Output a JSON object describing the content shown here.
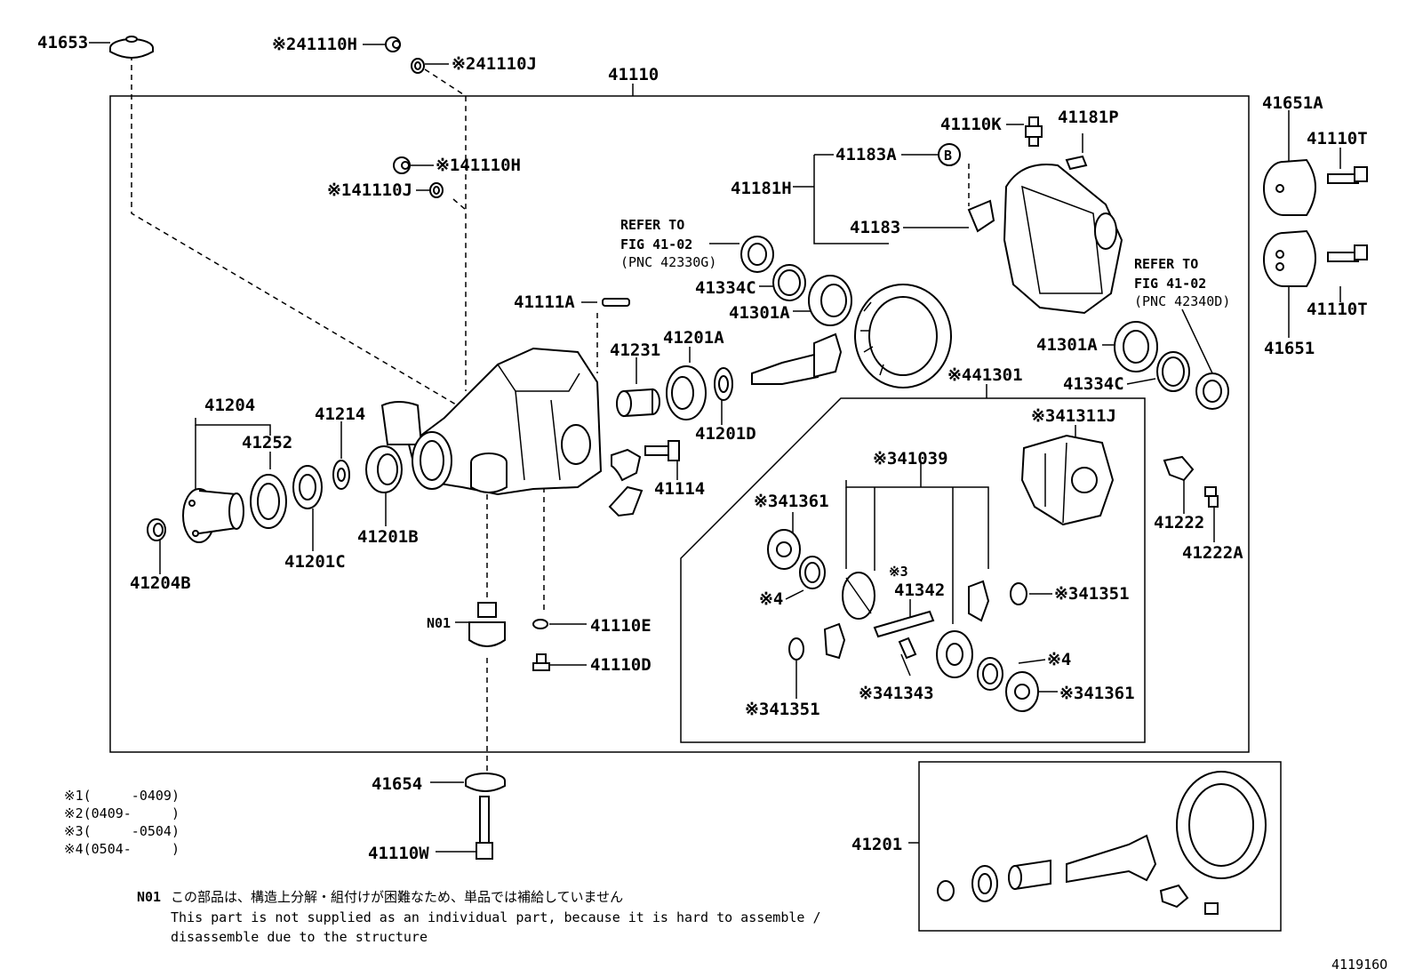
{
  "labels": {
    "p41653": "41653",
    "p241110H": "※241110H",
    "p241110J": "※241110J",
    "p41110": "41110",
    "p141110H": "※141110H",
    "p141110J": "※141110J",
    "p41110K": "41110K",
    "p41181P": "41181P",
    "p41183A": "41183A",
    "p41181H": "41181H",
    "p41183": "41183",
    "refer1_a": "REFER TO",
    "refer1_b": "FIG 41-02",
    "refer1_c": "(PNC 42330G)",
    "p41334C_a": "41334C",
    "p41301A_a": "41301A",
    "p41111A": "41111A",
    "p41231": "41231",
    "p41201A": "41201A",
    "p41201D": "41201D",
    "p41114": "41114",
    "p41204": "41204",
    "p41252": "41252",
    "p41214": "41214",
    "p41201B": "41201B",
    "p41201C": "41201C",
    "p41204B": "41204B",
    "pN01": "N01",
    "p41110E": "41110E",
    "p41110D": "41110D",
    "p441301": "※441301",
    "p341311J": "※341311J",
    "p341039": "※341039",
    "p341361_a": "※341361",
    "p3_41342_a": "※3",
    "p3_41342_b": "41342",
    "p4_a": "※4",
    "p341351_a": "※341351",
    "p341343": "※341343",
    "p4_b": "※4",
    "p341361_b": "※341361",
    "p341351_b": "※341351",
    "p41651A": "41651A",
    "p41110T_a": "41110T",
    "p41110T_b": "41110T",
    "p41651": "41651",
    "refer2_a": "REFER TO",
    "refer2_b": "FIG 41-02",
    "refer2_c": "(PNC 42340D)",
    "p41301A_b": "41301A",
    "p41334C_b": "41334C",
    "p41222": "41222",
    "p41222A": "41222A",
    "p41654": "41654",
    "p41110W": "41110W",
    "p41201": "41201",
    "circleB": "B",
    "fig_id": "411916O"
  },
  "legend": [
    "※1(     -0409)",
    "※2(0409-     )",
    "※3(     -0504)",
    "※4(0504-     )"
  ],
  "note": {
    "code": "N01",
    "jp": "この部品は、構造上分解・組付けが困難なため、単品では補給していません",
    "en1": "This part is not supplied as an individual part, because it is hard to assemble /",
    "en2": "disassemble due to the structure"
  }
}
